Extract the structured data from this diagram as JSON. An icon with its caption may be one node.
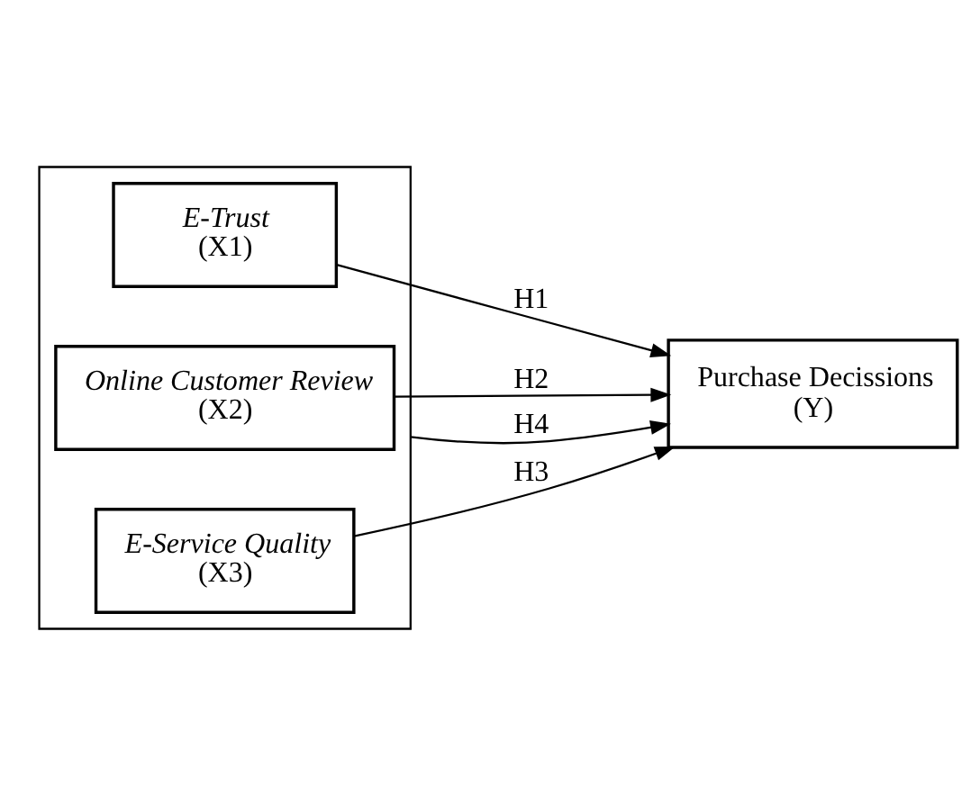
{
  "diagram": {
    "nodes": [
      {
        "text": [],
        "shape": "box"
      },
      {
        "text": [
          "E-Trust",
          "(X1)"
        ],
        "in": 0
      },
      {
        "text": [
          "Online Customer Review",
          "(X2)"
        ],
        "in": 0
      },
      {
        "text": [
          "E-Service Quality",
          "(X3)"
        ],
        "in": 0
      },
      {
        "text": [
          "Purchase Decissions",
          "(Y)"
        ]
      }
    ],
    "edges": [
      {
        "from": 1,
        "to": 4,
        "arrow": "to",
        "label": "H1"
      },
      {
        "from": 2,
        "to": 4,
        "arrow": "to",
        "label": "H2"
      },
      {
        "from": 3,
        "to": 4,
        "arrow": "to",
        "label": "H3"
      },
      {
        "from": 0,
        "to": 4,
        "arrow": "to",
        "label": "H4"
      }
    ]
  }
}
